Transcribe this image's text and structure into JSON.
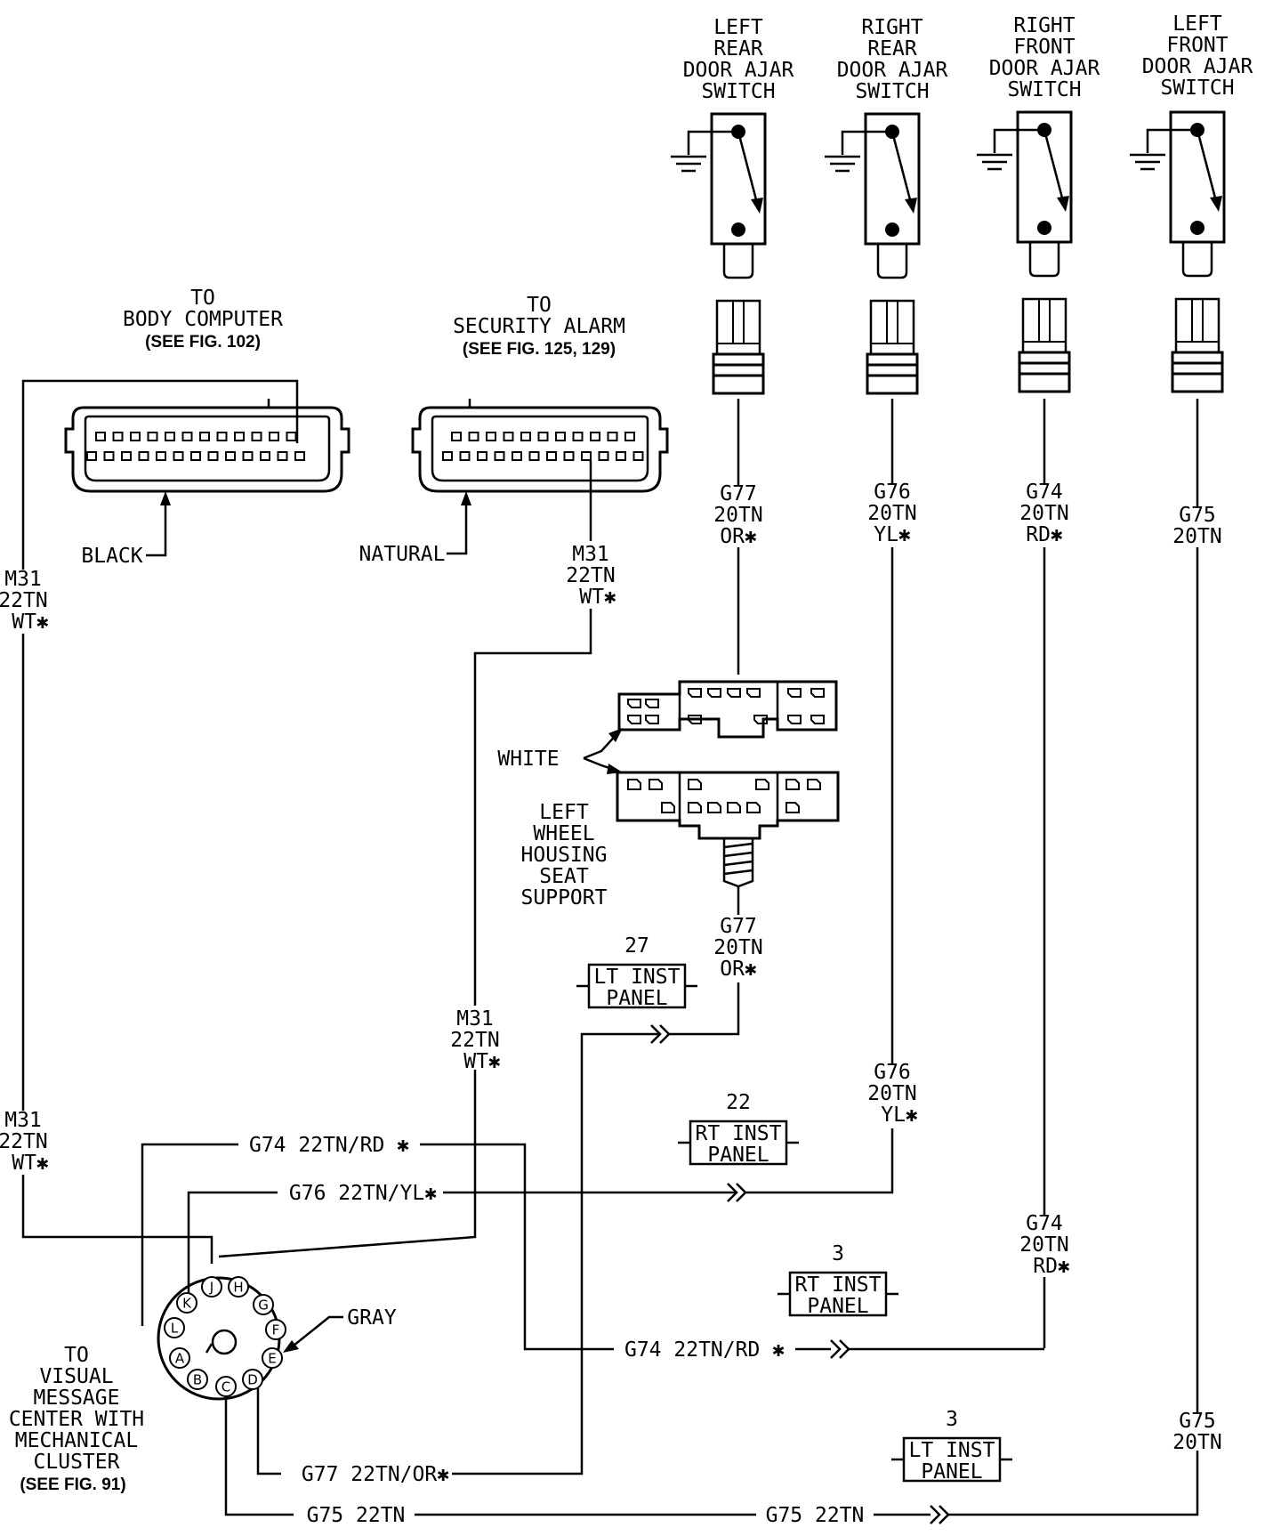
{
  "switches": [
    {
      "id": "lr",
      "title": [
        "LEFT",
        "REAR",
        "DOOR AJAR",
        "SWITCH"
      ]
    },
    {
      "id": "rr",
      "title": [
        "RIGHT",
        "REAR",
        "DOOR AJAR",
        "SWITCH"
      ]
    },
    {
      "id": "rf",
      "title": [
        "RIGHT",
        "FRONT",
        "DOOR AJAR",
        "SWITCH"
      ]
    },
    {
      "id": "lf",
      "title": [
        "LEFT",
        "FRONT",
        "DOOR AJAR",
        "SWITCH"
      ]
    }
  ],
  "wire_labels": {
    "g77_upper": [
      "G77",
      "20TN",
      "OR✱"
    ],
    "g76_upper": [
      "G76",
      "20TN",
      "YL✱"
    ],
    "g74_upper": [
      "G74",
      "20TN",
      "RD✱"
    ],
    "g75_upper": [
      "G75",
      "20TN"
    ],
    "g77_lower": [
      "G77",
      "20TN",
      "OR✱"
    ],
    "g76_lower": [
      "G76",
      "20TN",
      "YL✱"
    ],
    "g74_lower": [
      "G74",
      "20TN",
      "RD✱"
    ],
    "g75_lower": [
      "G75",
      "20TN"
    ],
    "m31_left_upper": [
      "M31",
      "22TN",
      "WT✱"
    ],
    "m31_left_lower": [
      "M31",
      "22TN",
      "WT✱"
    ],
    "m31_security": [
      "M31",
      "22TN",
      "WT✱"
    ],
    "m31_mid": [
      "M31",
      "22TN",
      "WT✱"
    ],
    "g74_top_h": "G74 22TN/RD ✱",
    "g76_h": "G76 22TN/YL✱",
    "g74_bottom_h": "G74 22TN/RD ✱",
    "g77_h": "G77 22TN/OR✱",
    "g75_h_left": "G75 22TN",
    "g75_h_right": "G75 22TN"
  },
  "body_computer": {
    "to": "TO",
    "name": "BODY COMPUTER",
    "ref": "(SEE FIG. 102)",
    "color": "BLACK"
  },
  "security_alarm": {
    "to": "TO",
    "name": "SECURITY ALARM",
    "ref": "(SEE FIG. 125, 129)",
    "color": "NATURAL"
  },
  "white_connector": {
    "color": "WHITE",
    "location": [
      "LEFT",
      "WHEEL",
      "HOUSING",
      "SEAT",
      "SUPPORT"
    ]
  },
  "splices": [
    {
      "id": "lt27",
      "num": "27",
      "lines": [
        "LT INST",
        "PANEL"
      ]
    },
    {
      "id": "rt22",
      "num": "22",
      "lines": [
        "RT INST",
        "PANEL"
      ]
    },
    {
      "id": "rt3",
      "num": "3",
      "lines": [
        "RT INST",
        "PANEL"
      ]
    },
    {
      "id": "lt3",
      "num": "3",
      "lines": [
        "LT INST",
        "PANEL"
      ]
    }
  ],
  "cluster": {
    "color": "GRAY",
    "lines": [
      "TO",
      "VISUAL",
      "MESSAGE",
      "CENTER WITH",
      "MECHANICAL",
      "CLUSTER",
      "(SEE FIG. 91)"
    ],
    "pins": [
      "A",
      "B",
      "C",
      "D",
      "E",
      "F",
      "G",
      "H",
      "J",
      "K",
      "L"
    ]
  }
}
